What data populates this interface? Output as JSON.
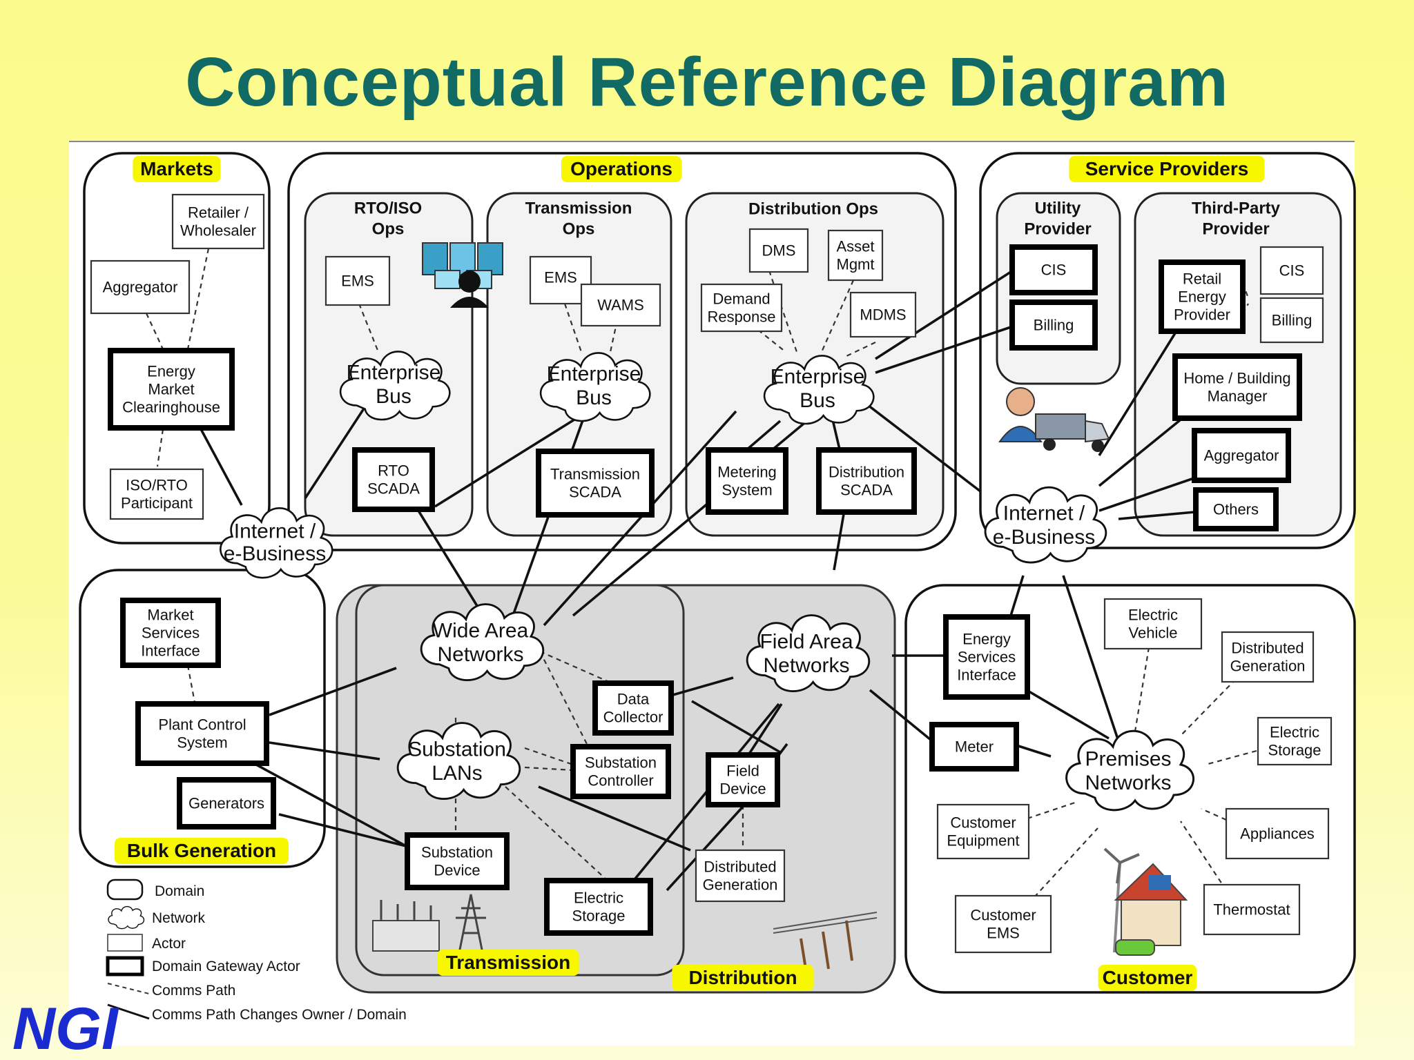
{
  "title": "Conceptual Reference Diagram",
  "domains": {
    "markets": "Markets",
    "operations": "Operations",
    "service_providers": "Service Providers",
    "bulk_generation": "Bulk Generation",
    "transmission": "Transmission",
    "distribution": "Distribution",
    "customer": "Customer"
  },
  "subdomains": {
    "rto_iso_ops": [
      "RTO/ISO",
      "Ops"
    ],
    "transmission_ops": [
      "Transmission",
      "Ops"
    ],
    "distribution_ops": [
      "Distribution Ops"
    ],
    "utility_provider": [
      "Utility",
      "Provider"
    ],
    "third_party_provider": [
      "Third-Party",
      "Provider"
    ]
  },
  "actors": {
    "retailer_wholesaler": [
      "Retailer /",
      "Wholesaler"
    ],
    "aggregator_markets": [
      "Aggregator"
    ],
    "iso_rto_participant": [
      "ISO/RTO",
      "Participant"
    ],
    "ems_rto": [
      "EMS"
    ],
    "ems_trans": [
      "EMS"
    ],
    "wams": [
      "WAMS"
    ],
    "dms": [
      "DMS"
    ],
    "asset_mgmt": [
      "Asset",
      "Mgmt"
    ],
    "demand_response": [
      "Demand",
      "Response"
    ],
    "mdms": [
      "MDMS"
    ],
    "cis_third_party": [
      "CIS"
    ],
    "billing_third_party": [
      "Billing"
    ],
    "electric_vehicle": [
      "Electric",
      "Vehicle"
    ],
    "distributed_generation_customer": [
      "Distributed",
      "Generation"
    ],
    "electric_storage_customer": [
      "Electric",
      "Storage"
    ],
    "customer_equipment": [
      "Customer",
      "Equipment"
    ],
    "appliances": [
      "Appliances"
    ],
    "customer_ems": [
      "Customer",
      "EMS"
    ],
    "thermostat": [
      "Thermostat"
    ],
    "distributed_generation_dist": [
      "Distributed",
      "Generation"
    ]
  },
  "gateways": {
    "energy_market_clearinghouse": [
      "Energy",
      "Market",
      "Clearinghouse"
    ],
    "rto_scada": [
      "RTO",
      "SCADA"
    ],
    "transmission_scada": [
      "Transmission",
      "SCADA"
    ],
    "metering_system": [
      "Metering",
      "System"
    ],
    "distribution_scada": [
      "Distribution",
      "SCADA"
    ],
    "cis_utility": [
      "CIS"
    ],
    "billing_utility": [
      "Billing"
    ],
    "retail_energy_provider": [
      "Retail",
      "Energy",
      "Provider"
    ],
    "home_building_manager": [
      "Home / Building",
      "Manager"
    ],
    "aggregator_third_party": [
      "Aggregator"
    ],
    "others": [
      "Others"
    ],
    "market_services_interface": [
      "Market",
      "Services",
      "Interface"
    ],
    "plant_control_system": [
      "Plant Control",
      "System"
    ],
    "generators": [
      "Generators"
    ],
    "data_collector": [
      "Data",
      "Collector"
    ],
    "substation_controller": [
      "Substation",
      "Controller"
    ],
    "substation_device": [
      "Substation",
      "Device"
    ],
    "electric_storage_trans": [
      "Electric",
      "Storage"
    ],
    "field_device": [
      "Field",
      "Device"
    ],
    "energy_services_interface": [
      "Energy",
      "Services",
      "Interface"
    ],
    "meter": [
      "Meter"
    ]
  },
  "networks": {
    "enterprise_bus_rto": [
      "Enterprise",
      "Bus"
    ],
    "enterprise_bus_trans": [
      "Enterprise",
      "Bus"
    ],
    "enterprise_bus_dist": [
      "Enterprise",
      "Bus"
    ],
    "internet_left": [
      "Internet /",
      "e-Business"
    ],
    "internet_right": [
      "Internet /",
      "e-Business"
    ],
    "wide_area_networks": [
      "Wide Area",
      "Networks"
    ],
    "substation_lans": [
      "Substation",
      "LANs"
    ],
    "field_area_networks": [
      "Field Area",
      "Networks"
    ],
    "premises_networks": [
      "Premises",
      "Networks"
    ]
  },
  "legend": {
    "domain": "Domain",
    "network": "Network",
    "actor": "Actor",
    "gateway": "Domain Gateway Actor",
    "comms": "Comms Path",
    "comms_change": "Comms Path Changes Owner / Domain"
  },
  "logo": "NGI",
  "colors": {
    "title": "#116a63",
    "highlight": "#f7f700",
    "logo": "#1a2bd0"
  }
}
